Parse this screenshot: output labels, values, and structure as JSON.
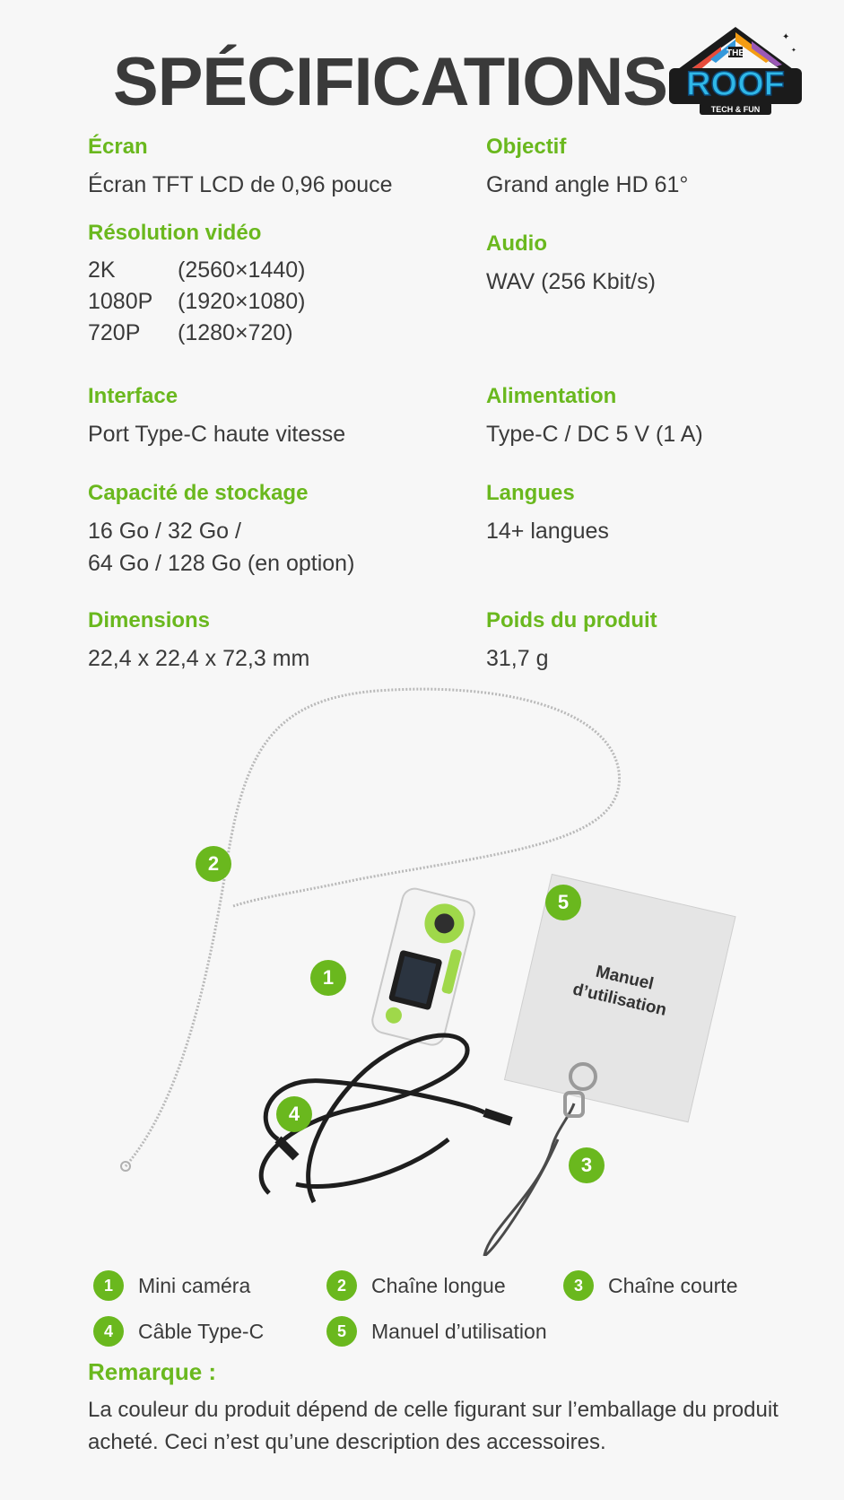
{
  "title": "SPÉCIFICATIONS",
  "logo": {
    "line1": "THE",
    "line2": "ROOF",
    "line3": "TECH & FUN"
  },
  "specs": {
    "ecran": {
      "label": "Écran",
      "value": "Écran TFT LCD de 0,96 pouce"
    },
    "objectif": {
      "label": "Objectif",
      "value": "Grand angle HD 61°"
    },
    "resolution": {
      "label": "Résolution vidéo",
      "rows": [
        {
          "k": "2K",
          "v": "(2560×1440)"
        },
        {
          "k": "1080P",
          "v": "(1920×1080)"
        },
        {
          "k": "720P",
          "v": "(1280×720)"
        }
      ]
    },
    "audio": {
      "label": "Audio",
      "value": "WAV (256 Kbit/s)"
    },
    "interface": {
      "label": "Interface",
      "value": "Port Type-C haute vitesse"
    },
    "alimentation": {
      "label": "Alimentation",
      "value": "Type-C / DC 5 V (1 A)"
    },
    "stockage": {
      "label": "Capacité de stockage",
      "line1": "16 Go / 32 Go /",
      "line2": "64 Go / 128 Go (en option)"
    },
    "langues": {
      "label": "Langues",
      "value": "14+ langues"
    },
    "dimensions": {
      "label": "Dimensions",
      "value": "22,4 x 22,4 x 72,3 mm"
    },
    "poids": {
      "label": "Poids du produit",
      "value": "31,7 g"
    }
  },
  "manual_text": {
    "line1": "Manuel",
    "line2": "d’utilisation"
  },
  "badges": [
    "1",
    "2",
    "3",
    "4",
    "5"
  ],
  "legend": [
    {
      "num": "1",
      "label": "Mini caméra"
    },
    {
      "num": "2",
      "label": "Chaîne longue"
    },
    {
      "num": "3",
      "label": "Chaîne courte"
    },
    {
      "num": "4",
      "label": "Câble Type-C"
    },
    {
      "num": "5",
      "label": "Manuel d’utilisation"
    }
  ],
  "remark": {
    "label": "Remarque :",
    "text": "La couleur du produit dépend de celle figurant sur l’emballage du produit acheté. Ceci n’est qu’une description des accessoires."
  },
  "colors": {
    "accent": "#6ab81e",
    "text": "#3a3a3a",
    "background": "#f7f7f7"
  }
}
